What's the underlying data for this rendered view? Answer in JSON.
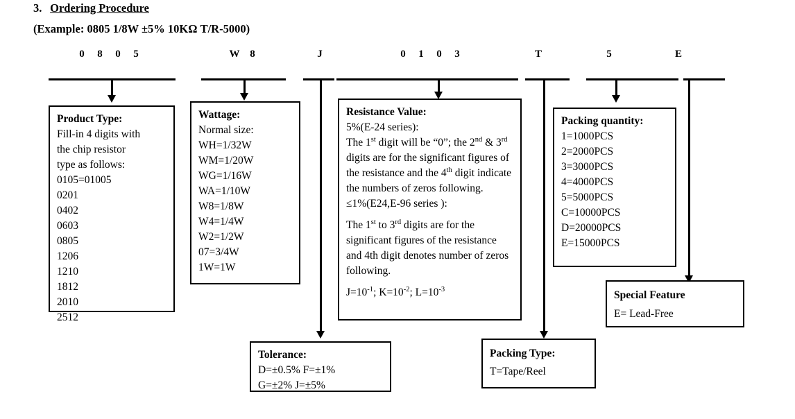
{
  "heading": {
    "number": "3.",
    "title": "Ordering Procedure",
    "example": "(Example: 0805 1/8W ±5% 10KΩ T/R-5000)"
  },
  "code_row": {
    "groups": [
      {
        "name": "product-type-code",
        "chars": [
          "0",
          "8",
          "0",
          "5"
        ]
      },
      {
        "name": "wattage-code",
        "chars": [
          "W",
          "8"
        ]
      },
      {
        "name": "tolerance-code",
        "chars": [
          "J"
        ]
      },
      {
        "name": "resistance-code",
        "chars": [
          "0",
          "1",
          "0",
          "3"
        ]
      },
      {
        "name": "packing-type-code",
        "chars": [
          "T"
        ]
      },
      {
        "name": "packing-quantity-code",
        "chars": [
          "5"
        ]
      },
      {
        "name": "special-feature-code",
        "chars": [
          "E"
        ]
      }
    ]
  },
  "boxes": {
    "product_type": {
      "title": "Product Type:",
      "lines": [
        "Fill-in 4 digits with",
        "the chip resistor",
        "type as follows:",
        "0105=01005",
        "0201",
        "0402",
        "0603",
        "0805",
        "1206",
        "1210",
        "1812",
        "2010",
        "2512"
      ]
    },
    "wattage": {
      "title": "Wattage:",
      "lines": [
        "Normal size:",
        "WH=1/32W",
        "WM=1/20W",
        "WG=1/16W",
        "WA=1/10W",
        "W8=1/8W",
        "W4=1/4W",
        "W2=1/2W",
        "07=3/4W",
        "1W=1W"
      ]
    },
    "resistance": {
      "title": "Resistance Value:",
      "line_5pct": "5%(E-24 series):",
      "para1_html": "The 1<sup>st</sup> digit will be “0”; the 2<sup>nd</sup> &amp; 3<sup>rd</sup> digits are for the significant figures of the resistance and the 4<sup>th</sup> digit indicate the numbers of zeros following.",
      "line_1pct": "≤1%(E24,E-96 series ):",
      "para2_html": "The 1<sup>st</sup> to 3<sup>rd</sup> digits are for the significant figures of the resistance and 4th digit denotes number of zeros following.",
      "multipliers_html": "J=10<sup>-1</sup>; K=10<sup>-2</sup>; L=10<sup>-3</sup>"
    },
    "packing_quantity": {
      "title": "Packing quantity:",
      "lines": [
        "1=1000PCS",
        "2=2000PCS",
        "3=3000PCS",
        "4=4000PCS",
        "5=5000PCS",
        "C=10000PCS",
        "D=20000PCS",
        "E=15000PCS"
      ]
    },
    "special_feature": {
      "title": "Special Feature",
      "lines": [
        "E= Lead-Free"
      ]
    },
    "tolerance": {
      "title": "Tolerance:",
      "lines": [
        "D=±0.5%  F=±1%",
        "G=±2%   J=±5%"
      ]
    },
    "packing_type": {
      "title": "Packing Type:",
      "lines": [
        "T=Tape/Reel"
      ]
    }
  },
  "colors": {
    "ink": "#000000",
    "paper": "#ffffff"
  }
}
